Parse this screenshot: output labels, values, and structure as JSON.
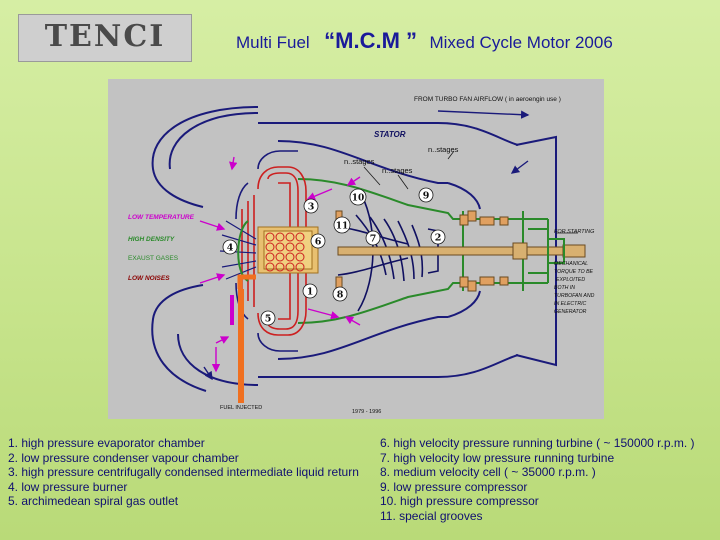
{
  "header": {
    "logo_text": "TENCI",
    "title_part1": "Multi Fuel",
    "title_part2": "“M.C.M ”",
    "title_part3": "Mixed Cycle Motor 2006"
  },
  "diagram": {
    "airflow_label": "FROM TURBO FAN AIRFLOW ( in aeroengin use )",
    "stator_label": "STATOR",
    "stages_label_1": "n..stages",
    "stages_label_2": "n..stages",
    "stages_label_3": "n..stages",
    "low_temperature": "LOW TEMPERATURE",
    "high_density": "HIGH DENSITY",
    "exhaust_gases": "EXAUST GASES",
    "low_noises": "LOW NOISES",
    "for_starting": "FOR STARTING",
    "mechanical_torque": [
      "MECHANICAL",
      "TORQUE TO BE",
      "EXPLOITED",
      "BOTH IN",
      "TURBOFAN AND",
      "IN ELECTRIC",
      "GENERATOR"
    ],
    "fuel_injected": "FUEL INJECTED",
    "years": "1979 - 1996",
    "numbers": [
      "1",
      "2",
      "3",
      "4",
      "5",
      "6",
      "7",
      "8",
      "9",
      "10",
      "11"
    ],
    "colors": {
      "background": "#c2c2c2",
      "outline": "#1a1a7a",
      "chamber": "#cc2020",
      "burner": "#e8a020",
      "compressor": "#2a8a2a",
      "fuel_pipe": "#f07020",
      "magenta": "#cc00cc",
      "label_dark_red": "#8a0000",
      "label_green": "#2a8a2a",
      "label_magenta": "#cc00cc"
    }
  },
  "legend": {
    "left": [
      "1.  high pressure evaporator chamber",
      "2.  low pressure condenser vapour chamber",
      "3.  high pressure centrifugally condensed intermediate liquid return",
      "4.  low pressure burner",
      "5.  archimedean spiral gas outlet"
    ],
    "right": [
      "6.  high velocity pressure running turbine ( ~ 150000 r.p.m. )",
      "7.  high velocity low pressure running turbine",
      "8.  medium velocity cell (  ~ 35000 r.p.m. )",
      "9.  low pressure compressor",
      "10.  high pressure compressor",
      "11.  special grooves"
    ]
  }
}
